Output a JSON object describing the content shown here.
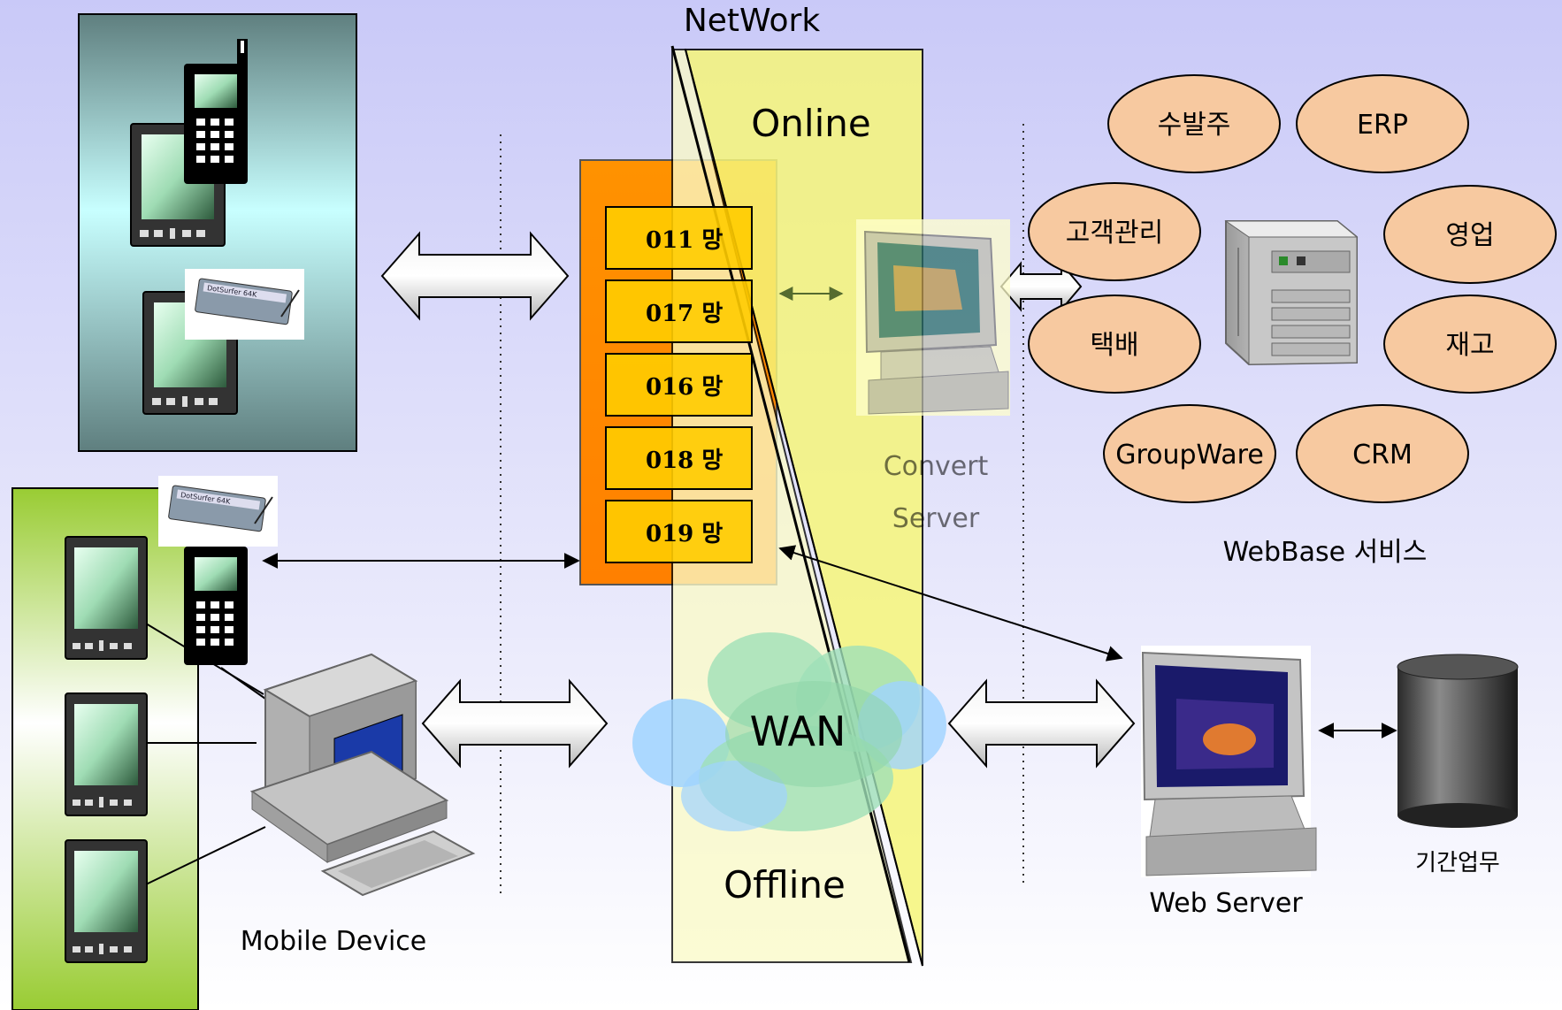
{
  "network_title": "NetWork",
  "online_label": "Online",
  "offline_label": "Offline",
  "wan_label": "WAN",
  "networks": [
    "011 망",
    "017 망",
    "016 망",
    "018 망",
    "019 망"
  ],
  "convert_server": {
    "line1": "Convert",
    "line2": "Server"
  },
  "webbase_label": "WebBase 서비스",
  "services": [
    "수발주",
    "ERP",
    "고객관리",
    "영업",
    "택배",
    "재고",
    "GroupWare",
    "CRM"
  ],
  "web_server_label": "Web Server",
  "db_label": "기간업무",
  "mobile_device_label": "Mobile Device",
  "modem_card_text": "DotSurfer 64K",
  "colors": {
    "background_top": "#c9c9f8",
    "background_bottom": "#ffffff",
    "service_fill": "#f7c9a0",
    "network_panel": "#ff9a00",
    "network_box": "#ffcc00",
    "online_band": "#f6f67a",
    "offline_band": "#fbfbc8",
    "mobile_panel_top": "#5f7f7f",
    "mobile_panel_mid": "#c8ffff",
    "device_panel_green": "#99cc33"
  }
}
